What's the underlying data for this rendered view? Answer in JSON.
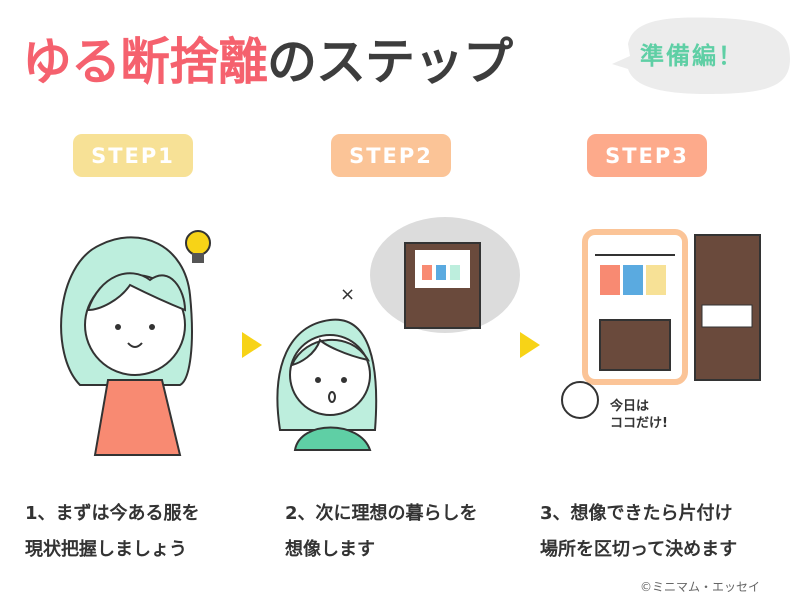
{
  "title": {
    "highlight": "ゆる断捨離",
    "rest": "のステップ"
  },
  "bubble": {
    "label": "準備編！"
  },
  "steps": [
    {
      "badge": "STEP1",
      "color": "#f7e196",
      "caption_line1": "1、まずは今ある服を",
      "caption_line2": "現状把握しましょう"
    },
    {
      "badge": "STEP2",
      "color": "#fbc497",
      "caption_line1": "2、次に理想の暮らしを",
      "caption_line2": "想像します"
    },
    {
      "badge": "STEP3",
      "color": "#fdaa8b",
      "caption_line1": "3、想像できたら片付け",
      "caption_line2": "場所を区切って決めます"
    }
  ],
  "illustration_note": {
    "line1": "今日は",
    "line2": "ココだけ!"
  },
  "copyright": "©ミニマム・エッセイ",
  "colors": {
    "title_pink": "#f5616e",
    "title_dark": "#3d3d3d",
    "accent_green": "#5fcfa5",
    "hair": "#bdeedd",
    "arrow": "#f7d317",
    "furniture": "#6a4a3c"
  }
}
